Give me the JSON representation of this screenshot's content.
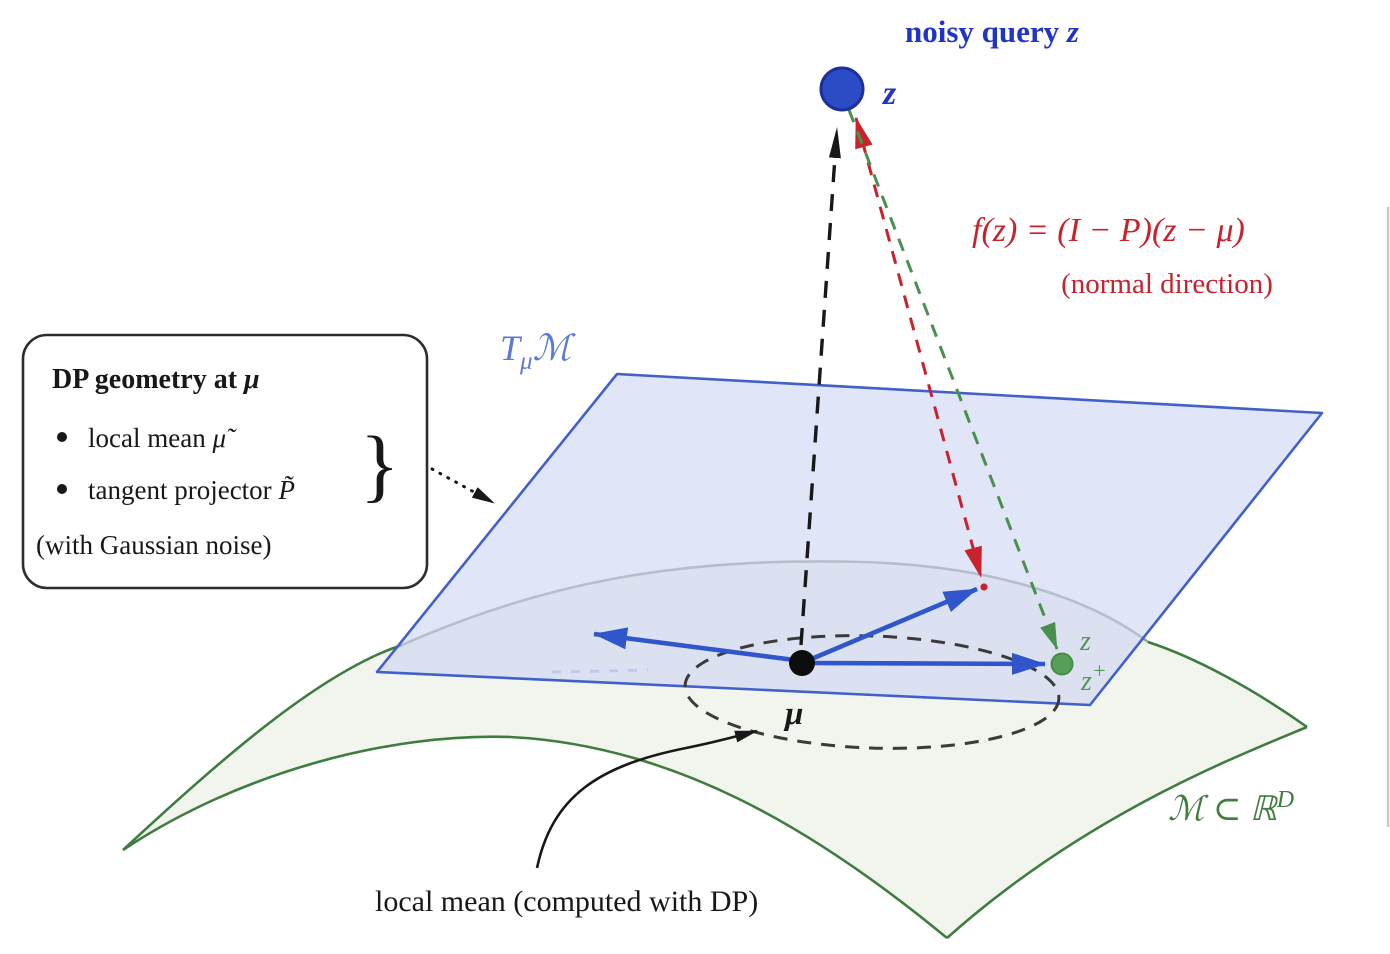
{
  "title": "DP geometry diagram",
  "query": {
    "caption_pre": "noisy query ",
    "caption_math": "z",
    "point_label": "z"
  },
  "formula": {
    "line1": "f(z) = (I − P)(z − μ)",
    "line2": "(normal direction)"
  },
  "tangent_plane_label": {
    "T": "T",
    "sub": "μ",
    "M": "ℳ"
  },
  "manifold_label": {
    "main": "ℳ ⊂ ℝ",
    "sup": "D"
  },
  "mu_label": "μ",
  "zplus": {
    "z": "z",
    "base": "z",
    "sup": "+"
  },
  "local_mean_note": "local mean (computed with DP)",
  "dp_box": {
    "title_pre": "DP geometry at ",
    "title_mu": "μ",
    "bullet1_pre": "local mean ",
    "bullet1_math": "μ̃",
    "bullet2_pre": "tangent projector ",
    "bullet2_math": "P̃",
    "note": "(with Gaussian noise)",
    "brace": "}"
  },
  "colors": {
    "query_blue": "#2b4cc4",
    "blue_text": "#2134c8",
    "plane_edge_blue": "#4160c9",
    "plane_fill": "#ccd2f3",
    "slate_label": "#5b79d8",
    "red": "#c8232d",
    "manifold_green": "#3e7c40",
    "manifold_fill": "#f1f5ed",
    "point_green": "#56a058",
    "occluded_edge_gray": "#95a496",
    "ink": "#181818"
  }
}
